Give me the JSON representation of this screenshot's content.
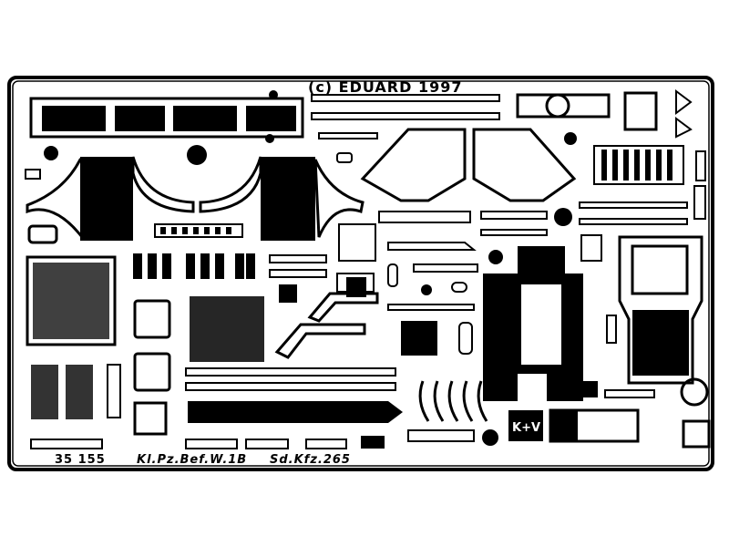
{
  "sheet": {
    "copyright": "(c) EDUARD 1997",
    "code": "35 155",
    "name": "Kl.Pz.Bef.W.1B",
    "vehicle": "Sd.Kfz.265",
    "kv_mark": "K+V"
  },
  "colors": {
    "metal": "#000000",
    "background": "#ffffff"
  }
}
